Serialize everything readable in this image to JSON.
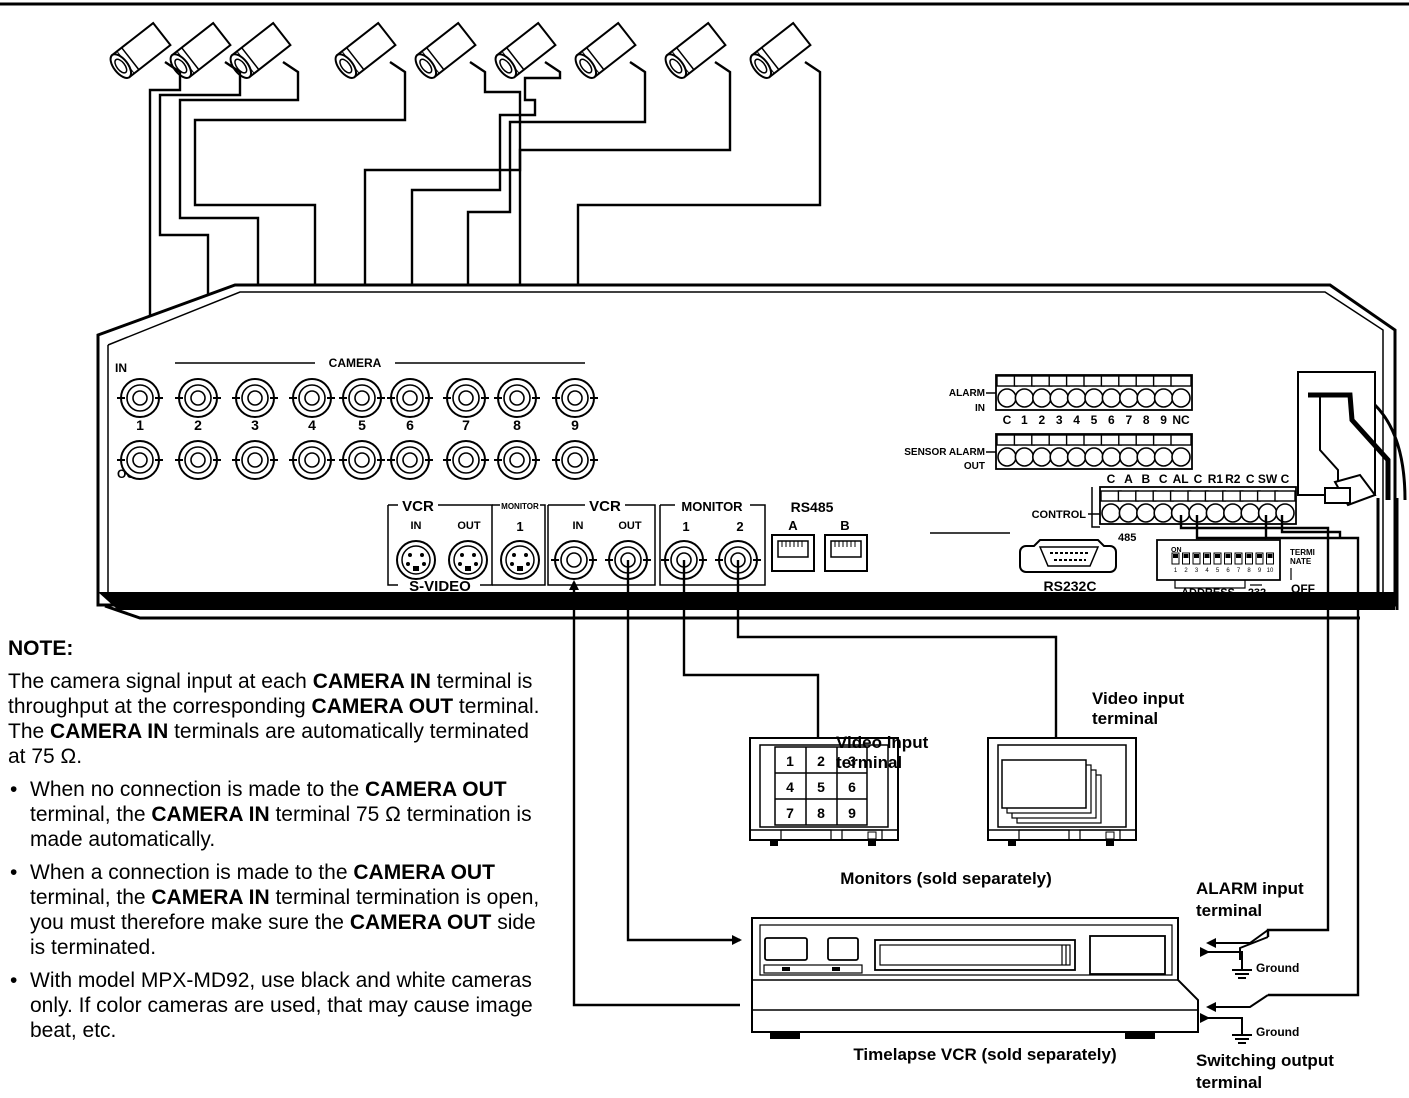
{
  "unit": {
    "camera_label": "CAMERA",
    "in_label": "IN",
    "out_label": "OUT",
    "camera_numbers": [
      "1",
      "2",
      "3",
      "4",
      "5",
      "6",
      "7",
      "8",
      "9"
    ],
    "vcr_label": "VCR",
    "monitor_label": "MONITOR",
    "svideo_in": "IN",
    "svideo_out": "OUT",
    "svideo_monitor_num": "1",
    "svideo_label": "S-VIDEO",
    "bnc_vcr_in": "IN",
    "bnc_vcr_out": "OUT",
    "monitor_nums": [
      "1",
      "2"
    ],
    "rs485_label": "RS485",
    "rs485_a": "A",
    "rs485_b": "B",
    "rs232c_label": "RS232C",
    "label_485": "485",
    "alarm_in_label_1": "ALARM",
    "alarm_in_label_2": "IN",
    "alarm_terminals": [
      "C",
      "1",
      "2",
      "3",
      "4",
      "5",
      "6",
      "7",
      "8",
      "9",
      "NC"
    ],
    "sensor_label_1": "SENSOR ALARM",
    "sensor_label_2": "OUT",
    "control_label": "CONTROL",
    "control_terminals": [
      "C",
      "A",
      "B",
      "C",
      "AL",
      "C",
      "R1",
      "R2",
      "C",
      "SW",
      "C"
    ],
    "dip_on": "ON",
    "dip_numbers": [
      "1",
      "2",
      "3",
      "4",
      "5",
      "6",
      "7",
      "8",
      "9",
      "10"
    ],
    "termi_label_1": "TERMI",
    "termi_label_2": "NATE",
    "address_label": "ADDRESS",
    "label_232": "232",
    "off_label": "OFF"
  },
  "external": {
    "video_input_1": "Video input",
    "video_input_2": "terminal",
    "monitor_grid": [
      "1",
      "2",
      "3",
      "4",
      "5",
      "6",
      "7",
      "8",
      "9"
    ],
    "monitors_caption": "Monitors (sold separately)",
    "vcr_caption": "Timelapse VCR (sold separately)",
    "alarm_input_1": "ALARM input",
    "alarm_input_2": "terminal",
    "ground": "Ground",
    "switching_1": "Switching output",
    "switching_2": "terminal"
  },
  "note": {
    "heading": "NOTE:",
    "p1_a": "The camera signal input at each ",
    "p1_b": "CAMERA IN",
    "p1_c": " terminal is throughput at the corresponding ",
    "p1_d": "CAMERA OUT",
    "p1_e": " terminal. The ",
    "p1_f": "CAMERA IN",
    "p1_g": " terminals are automatically terminated at 75 Ω.",
    "b1_a": "When no connection is made to the ",
    "b1_b": "CAMERA OUT",
    "b1_c": " terminal, the ",
    "b1_d": "CAMERA IN",
    "b1_e": " terminal 75 Ω termination is made automatically.",
    "b2_a": "When a connection is made to the ",
    "b2_b": "CAMERA OUT",
    "b2_c": " terminal, the ",
    "b2_d": "CAMERA IN",
    "b2_e": " terminal termination is open, you must therefore make sure the ",
    "b2_f": "CAMERA OUT",
    "b2_g": " side is terminated.",
    "b3": "With model MPX-MD92, use black and white cameras only. If color cameras are used, that may cause image beat, etc."
  }
}
